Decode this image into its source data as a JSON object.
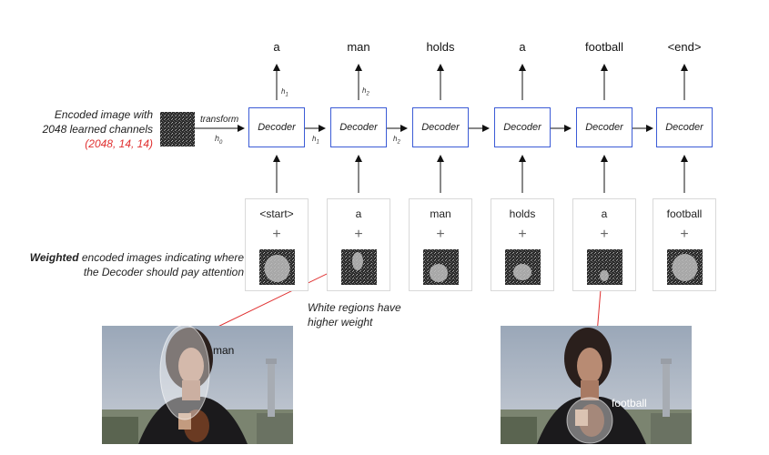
{
  "encoded": {
    "line1": "Encoded image with",
    "line2": "2048 learned channels",
    "shape": "(2048, 14, 14)",
    "transform": "transform",
    "h0": "h",
    "h0_sub": "0"
  },
  "outputs": [
    "a",
    "man",
    "holds",
    "a",
    "football",
    "<end>"
  ],
  "decoder_label": "Decoder",
  "hidden": {
    "up1": "h",
    "up1_sub": "1",
    "up2": "h",
    "up2_sub": "2",
    "mid1": "h",
    "mid1_sub": "1",
    "mid2": "h",
    "mid2_sub": "2"
  },
  "inputs": [
    "<start>",
    "a",
    "man",
    "holds",
    "a",
    "football"
  ],
  "plus": "+",
  "weighted": {
    "bold": "Weighted",
    "rest": "encoded images indicating where",
    "line2": "the Decoder should pay attention"
  },
  "note": {
    "line1": "White regions have",
    "line2": "higher weight"
  },
  "photo_labels": {
    "left": "man",
    "right": "football"
  },
  "colors": {
    "decoder_border": "#3b5bd6",
    "red": "#e03030"
  }
}
